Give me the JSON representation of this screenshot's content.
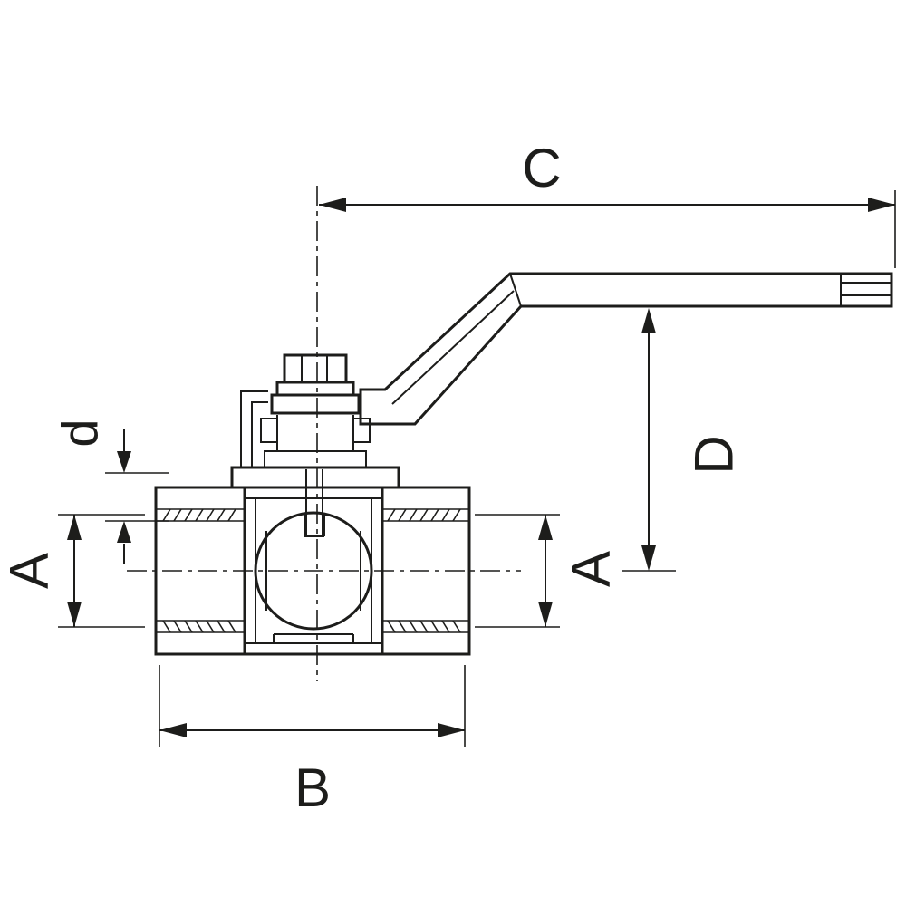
{
  "diagram": {
    "kind": "technical line drawing of a ball valve with lever handle, sectional view with dimensions",
    "dimension_labels": {
      "c": "C",
      "d_height": "D",
      "b": "B",
      "a_left": "A",
      "a_right": "A",
      "d_small": "d"
    },
    "colors": {
      "line": "#1d1d1b",
      "background": "#ffffff"
    }
  }
}
